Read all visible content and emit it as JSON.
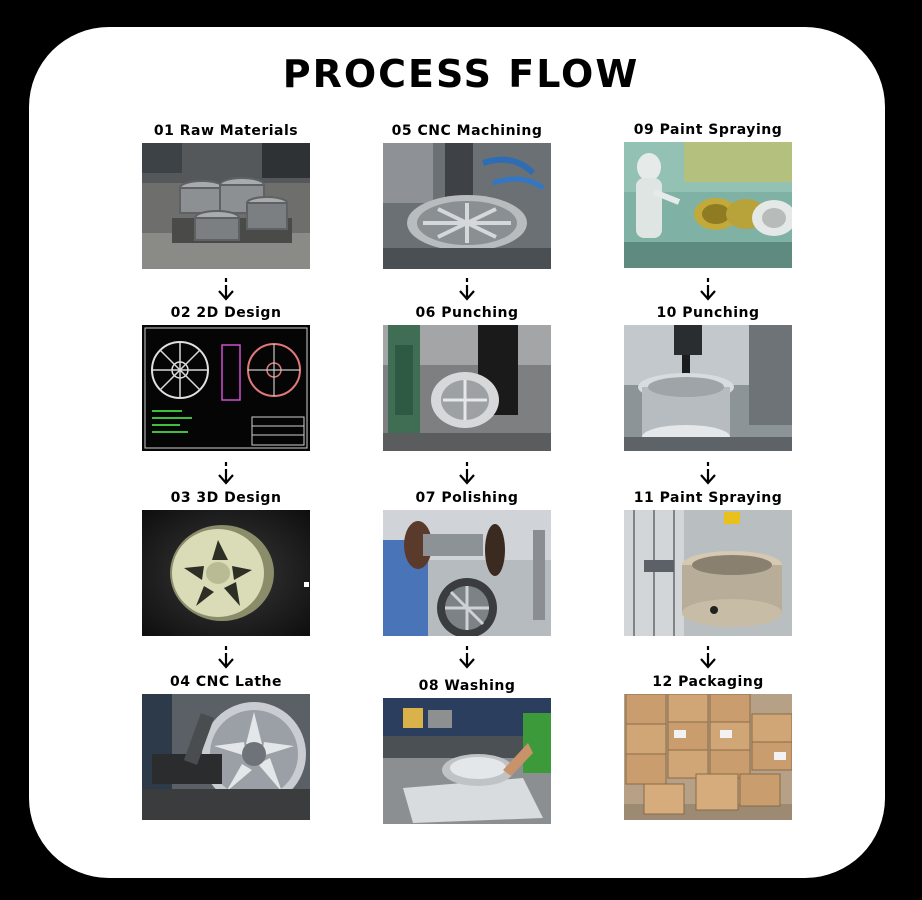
{
  "title": "PROCESS FLOW",
  "columns": [
    {
      "steps": [
        {
          "label": "01 Raw Materials",
          "icon": "raw-materials-photo"
        },
        {
          "label": "02 2D Design",
          "icon": "cad-2d-drawing-photo"
        },
        {
          "label": "03 3D Design",
          "icon": "wheel-3d-render-photo"
        },
        {
          "label": "04 CNC Lathe",
          "icon": "cnc-lathe-photo"
        }
      ]
    },
    {
      "steps": [
        {
          "label": "05 CNC Machining",
          "icon": "cnc-machining-photo"
        },
        {
          "label": "06 Punching",
          "icon": "drill-press-photo"
        },
        {
          "label": "07 Polishing",
          "icon": "polishing-machine-photo"
        },
        {
          "label": "08 Washing",
          "icon": "washing-photo"
        }
      ]
    },
    {
      "steps": [
        {
          "label": "09 Paint Spraying",
          "icon": "paint-booth-photo"
        },
        {
          "label": "10 Punching",
          "icon": "wheel-inspection-photo"
        },
        {
          "label": "11 Paint Spraying",
          "icon": "coating-machine-photo"
        },
        {
          "label": "12 Packaging",
          "icon": "boxes-photo"
        }
      ]
    }
  ]
}
